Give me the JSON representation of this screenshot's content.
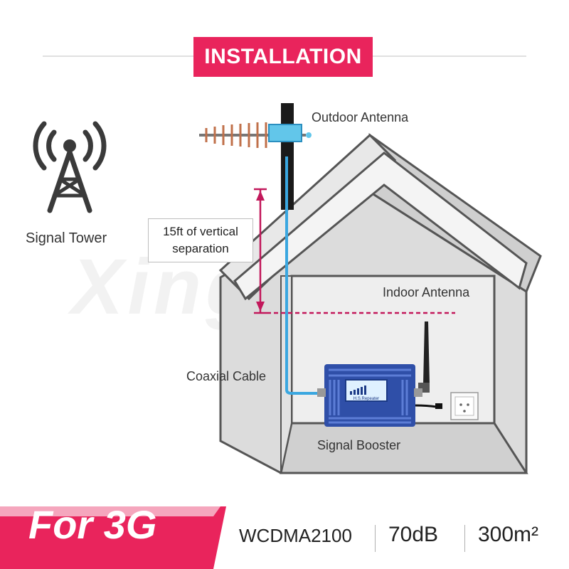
{
  "header": {
    "title": "INSTALLATION"
  },
  "labels": {
    "outdoor_antenna": "Outdoor Antenna",
    "signal_tower": "Signal Tower",
    "separation_line1": "15ft of vertical",
    "separation_line2": "separation",
    "indoor_antenna": "Indoor Antenna",
    "coaxial_cable": "Coaxial Cable",
    "signal_booster": "Signal Booster",
    "device_screen": "H.S.Repeater"
  },
  "watermark": "XingXin",
  "footer": {
    "band_title": "For 3G",
    "spec_band": "WCDMA2100",
    "spec_gain": "70dB",
    "spec_area": "300m²"
  },
  "colors": {
    "accent": "#e9245c",
    "cable": "#3aa7e0",
    "booster": "#2f4fa8",
    "house_outline": "#555555"
  }
}
